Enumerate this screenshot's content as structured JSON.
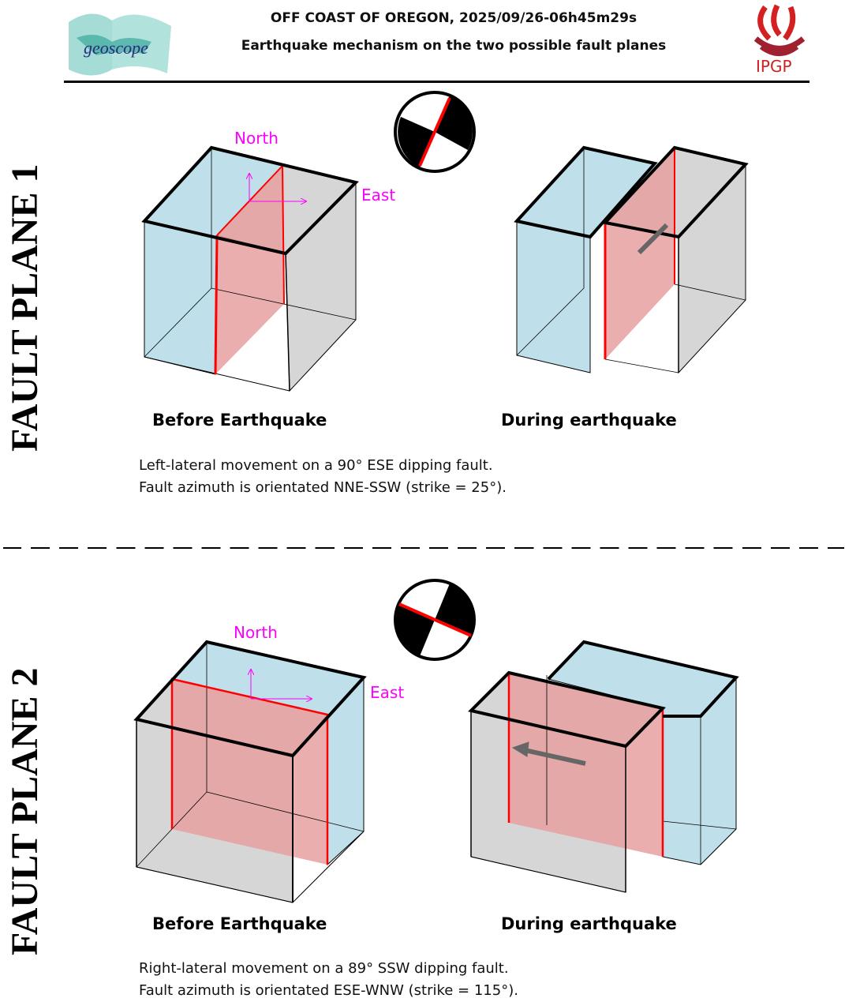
{
  "header": {
    "title": "OFF COAST OF OREGON, 2025/09/26-06h45m29s",
    "subtitle": "Earthquake mechanism on the two possible fault planes",
    "logo_left": "geoscope",
    "logo_right": "IPGP"
  },
  "planes": [
    {
      "label": "FAULT PLANE 1",
      "north": "North",
      "east": "East",
      "before_caption": "Before Earthquake",
      "during_caption": "During earthquake",
      "desc_line1": "Left-lateral movement on a 90° ESE dipping fault.",
      "desc_line2": "Fault azimuth is orientated NNE-SSW (strike = 25°)."
    },
    {
      "label": "FAULT PLANE 2",
      "north": "North",
      "east": "East",
      "before_caption": "Before Earthquake",
      "during_caption": "During earthquake",
      "desc_line1": "Right-lateral movement on a 89° SSW dipping fault.",
      "desc_line2": "Fault azimuth is orientated ESE-WNW (strike = 115°)."
    }
  ],
  "colors": {
    "blue": "#bfe0ea",
    "grey": "#d6d6d6",
    "fault": "#e8a0a0",
    "red": "#ff0000",
    "magenta": "#ff00ff"
  }
}
